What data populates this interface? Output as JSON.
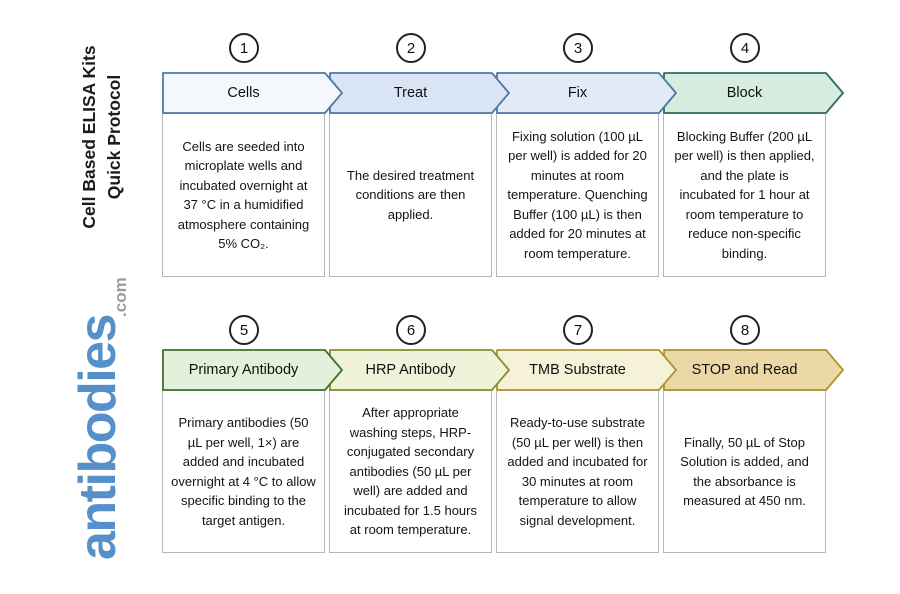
{
  "page": {
    "background": "#ffffff"
  },
  "sidebar": {
    "title_line1": "Cell Based ELISA Kits",
    "title_line2": "Quick Protocol",
    "logo_text": "antibodies",
    "logo_suffix": ".com",
    "logo_color": "#5590cb",
    "logo_suffix_color": "#9b9b9b"
  },
  "protocol": {
    "steps": [
      {
        "number": "1",
        "label": "Cells",
        "fill": "#f4f8fc",
        "border": "#4c7aa6",
        "description": "Cells are seeded into microplate wells and incubated overnight at 37 °C in a humidified atmosphere containing 5% CO₂."
      },
      {
        "number": "2",
        "label": "Treat",
        "fill": "#d9e4f5",
        "border": "#4c7aa6",
        "description": "The desired treatment conditions are then applied."
      },
      {
        "number": "3",
        "label": "Fix",
        "fill": "#e3eaf7",
        "border": "#4c7aa6",
        "description": "Fixing solution (100 µL per well) is added for 20 minutes at room temperature. Quenching Buffer (100 µL) is then added for 20 minutes at room temperature."
      },
      {
        "number": "4",
        "label": "Block",
        "fill": "#d6ecdf",
        "border": "#2f6e58",
        "description": "Blocking Buffer (200 µL per well) is then applied, and the plate is incubated for 1 hour at room temperature to reduce non-specific binding."
      },
      {
        "number": "5",
        "label": "Primary Antibody",
        "fill": "#e3f0dc",
        "border": "#3f7227",
        "description": "Primary antibodies (50 µL per well, 1×) are added and incubated overnight at 4 °C to allow specific binding to the target antigen."
      },
      {
        "number": "6",
        "label": "HRP Antibody",
        "fill": "#eef3da",
        "border": "#8b8c2d",
        "description": "After appropriate washing steps, HRP-conjugated secondary antibodies (50 µL per well) are added and incubated for 1.5 hours at room temperature."
      },
      {
        "number": "7",
        "label": "TMB Substrate",
        "fill": "#f6f2d7",
        "border": "#b19130",
        "description": "Ready-to-use substrate (50 µL per well) is then added and incubated for 30 minutes at room temperature to allow signal development."
      },
      {
        "number": "8",
        "label": "STOP and Read",
        "fill": "#ebd8a5",
        "border": "#b19130",
        "description": "Finally, 50 µL of Stop Solution is added, and the absorbance is measured at 450 nm."
      }
    ]
  }
}
